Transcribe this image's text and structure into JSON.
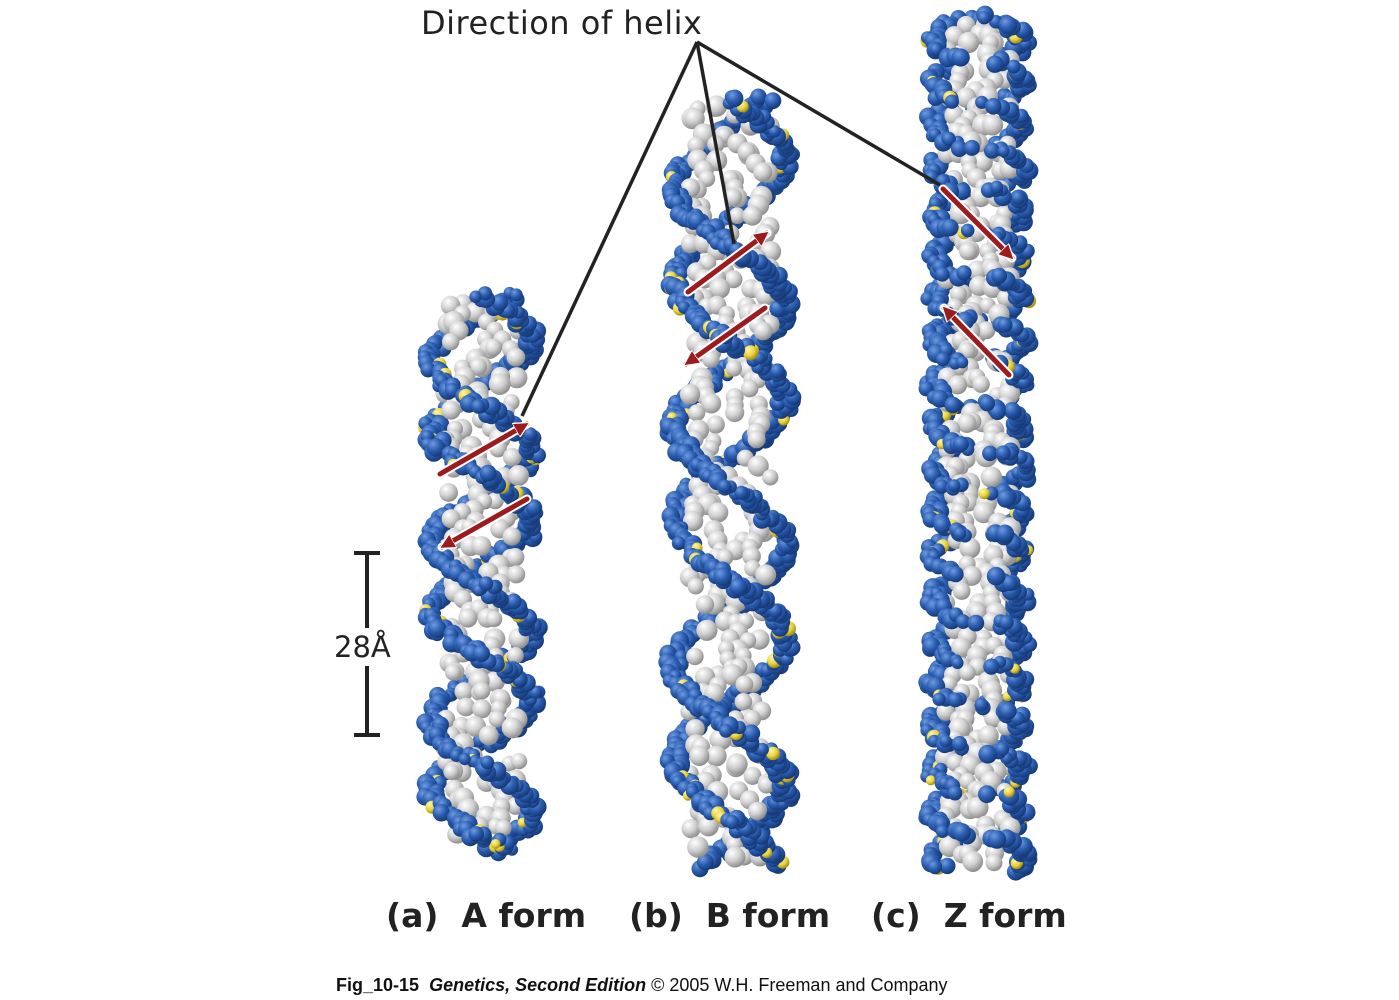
{
  "title": "Direction of helix",
  "scale_bar": {
    "label": "28Å"
  },
  "forms": [
    {
      "prefix": "(a)",
      "name": "A form",
      "label": "(a)  A form"
    },
    {
      "prefix": "(b)",
      "name": "B form",
      "label": "(b)  B form"
    },
    {
      "prefix": "(c)",
      "name": "Z form",
      "label": "(c)  Z form"
    }
  ],
  "caption": {
    "fig_id": "Fig_10-15",
    "book": "Genetics, Second Edition",
    "rest": "© 2005 W.H. Freeman and Company"
  },
  "colors": {
    "backbone_blue": "#2a5db0",
    "base_gray": "#c8c8c8",
    "phosphorus_yellow": "#e8d13a",
    "arrow_red": "#9b1b1e",
    "line_black": "#222222"
  }
}
